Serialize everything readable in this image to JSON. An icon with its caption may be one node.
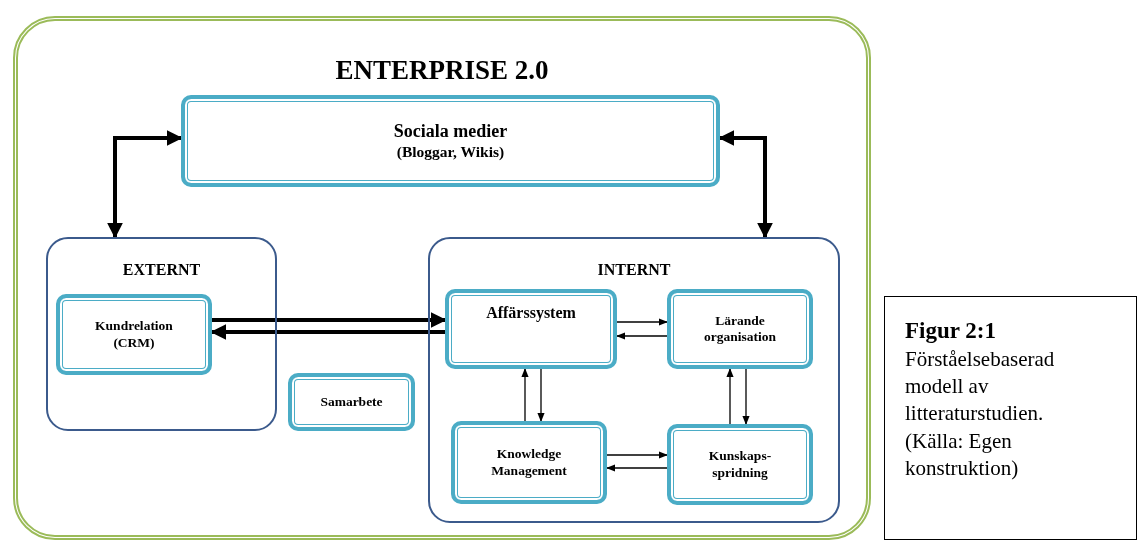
{
  "diagram": {
    "nodes": [
      {
        "text": [
          "ENTERPRISE 2.0"
        ]
      },
      {
        "text": [
          "Sociala medier",
          "(Bloggar, Wikis)"
        ],
        "in": 0
      },
      {
        "text": [
          "EXTERNT"
        ],
        "in": 0
      },
      {
        "text": [
          "Kundrelation (CRM)"
        ],
        "in": 2
      },
      {
        "text": [
          "Samarbete"
        ],
        "in": 0
      },
      {
        "text": [
          "INTERNT"
        ],
        "in": 0
      },
      {
        "text": [
          "Affärssystem"
        ],
        "in": 5
      },
      {
        "text": [
          "Lärande organisation"
        ],
        "in": 5
      },
      {
        "text": [
          "Knowledge Management"
        ],
        "in": 5
      },
      {
        "text": [
          "Kunskaps- spridning"
        ],
        "in": 5
      },
      {
        "text": [
          "Figur 2:1",
          "Förståelsebaserad modell av litteraturstudien. (Källa: Egen konstruktion)"
        ]
      }
    ],
    "edges": [
      {
        "from": 1,
        "to": 2,
        "arrow": "both",
        "style": "thick"
      },
      {
        "from": 1,
        "to": 5,
        "arrow": "both",
        "style": "thick"
      },
      {
        "from": 3,
        "to": 6,
        "arrow": "to",
        "style": "thick"
      },
      {
        "from": 6,
        "to": 3,
        "arrow": "to",
        "style": "thick"
      },
      {
        "from": 6,
        "to": 7,
        "arrow": "to"
      },
      {
        "from": 7,
        "to": 6,
        "arrow": "to"
      },
      {
        "from": 6,
        "to": 8,
        "arrow": "to"
      },
      {
        "from": 8,
        "to": 6,
        "arrow": "to"
      },
      {
        "from": 8,
        "to": 9,
        "arrow": "to"
      },
      {
        "from": 9,
        "to": 8,
        "arrow": "to"
      },
      {
        "from": 9,
        "to": 7,
        "arrow": "to"
      },
      {
        "from": 7,
        "to": 9,
        "arrow": "to"
      }
    ]
  }
}
